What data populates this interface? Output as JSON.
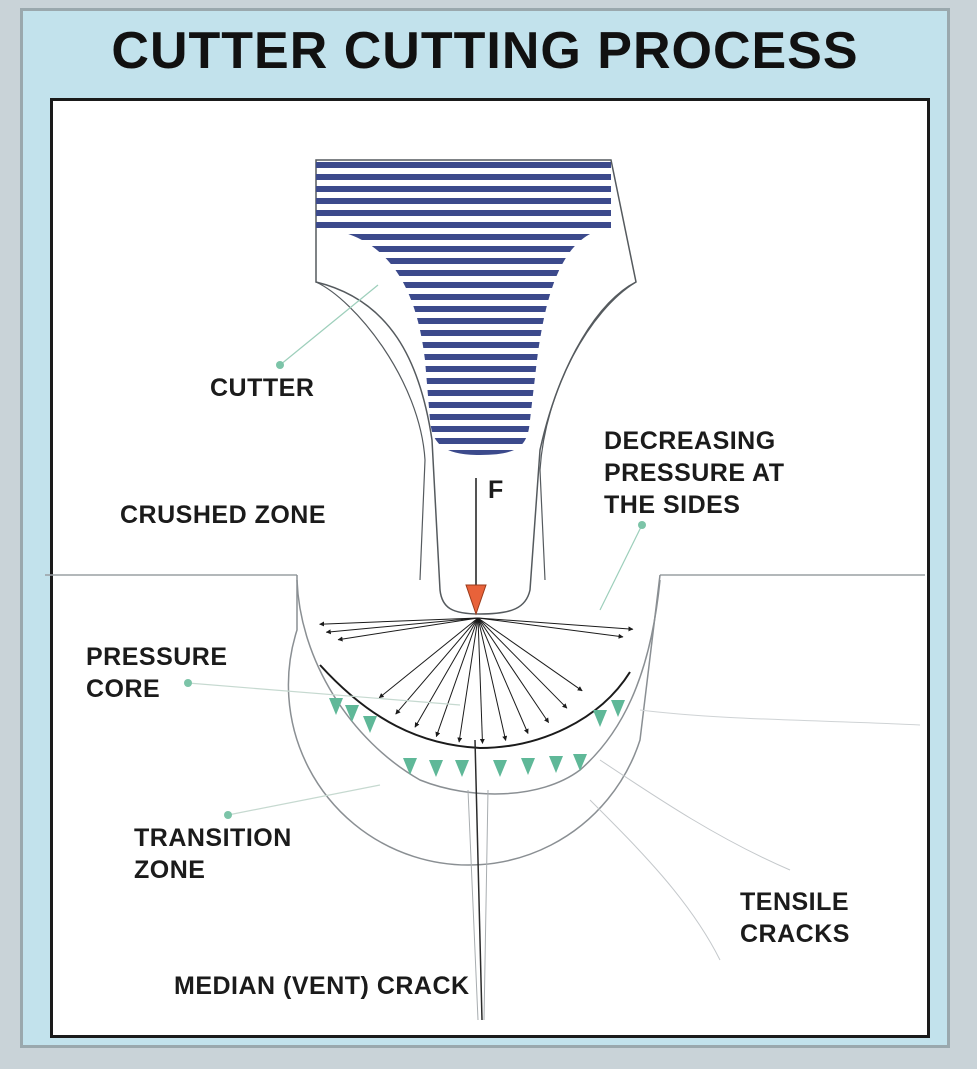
{
  "title": "CUTTER CUTTING PROCESS",
  "labels": {
    "cutter": "CUTTER",
    "crushed_zone": "CRUSHED ZONE",
    "decreasing_1": "DECREASING",
    "decreasing_2": "PRESSURE AT",
    "decreasing_3": "THE SIDES",
    "force": "F",
    "pressure_core_1": "PRESSURE",
    "pressure_core_2": "CORE",
    "transition_1": "TRANSITION",
    "transition_2": "ZONE",
    "tensile_1": "TENSILE",
    "tensile_2": "CRACKS",
    "median_crack": "MEDIAN (VENT) CRACK"
  },
  "colors": {
    "stripe": "#3c4a8c",
    "force_arrow": "#e8623a",
    "triangle": "#5fb898",
    "leader_dot": "#7cc4a8",
    "header_bg": "#c2e2ec"
  }
}
